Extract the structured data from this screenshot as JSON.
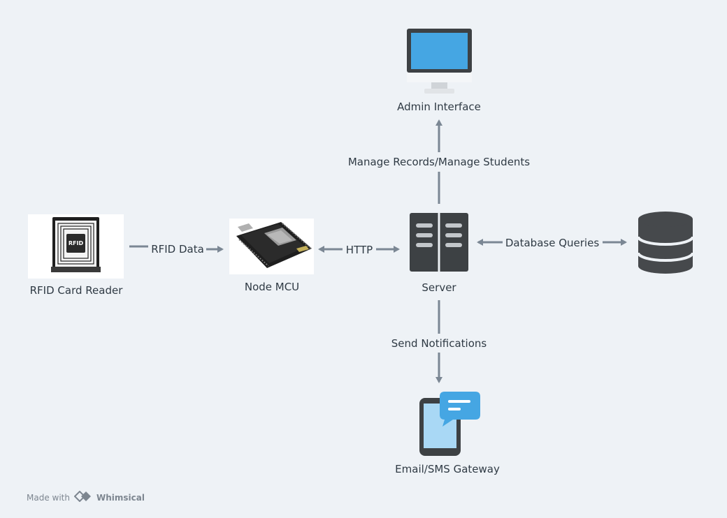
{
  "nodes": {
    "rfid_reader": {
      "label": "RFID Card Reader",
      "card_text": "RFID"
    },
    "node_mcu": {
      "label": "Node MCU"
    },
    "server": {
      "label": "Server"
    },
    "admin": {
      "label": "Admin Interface"
    },
    "database": {
      "label": ""
    },
    "gateway": {
      "label": "Email/SMS Gateway"
    }
  },
  "edges": {
    "rfid_data": "RFID Data",
    "http": "HTTP",
    "db_queries": "Database Queries",
    "manage": "Manage Records/Manage Students",
    "notify": "Send Notifications"
  },
  "footer": {
    "made_with": "Made with",
    "brand": "Whimsical"
  },
  "colors": {
    "background": "#eef2f6",
    "arrow": "#7b8794",
    "server": "#3d4144",
    "screen": "#45a6e3",
    "db": "#46494c"
  }
}
